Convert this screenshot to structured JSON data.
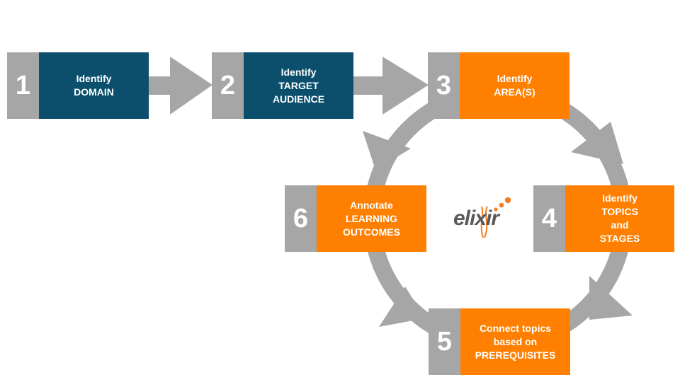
{
  "steps": [
    {
      "number": "1",
      "label": "Identify\nDOMAIN",
      "color": "#0b4f6c"
    },
    {
      "number": "2",
      "label": "Identify\nTARGET\nAUDIENCE",
      "color": "#0b4f6c"
    },
    {
      "number": "3",
      "label": "Identify\nAREA(S)",
      "color": "#ff7f00"
    },
    {
      "number": "4",
      "label": "Identify\nTOPICS\nand\nSTAGES",
      "color": "#ff7f00"
    },
    {
      "number": "5",
      "label": "Connect topics\nbased on\nPREREQUISITES",
      "color": "#ff7f00"
    },
    {
      "number": "6",
      "label": "Annotate\nLEARNING\nOUTCOMES",
      "color": "#ff7f00"
    }
  ],
  "logo": {
    "text": "elixir",
    "color": "#f47d20",
    "icon": "elixir-logo-icon"
  },
  "arrow_color": "#a6a6a6"
}
